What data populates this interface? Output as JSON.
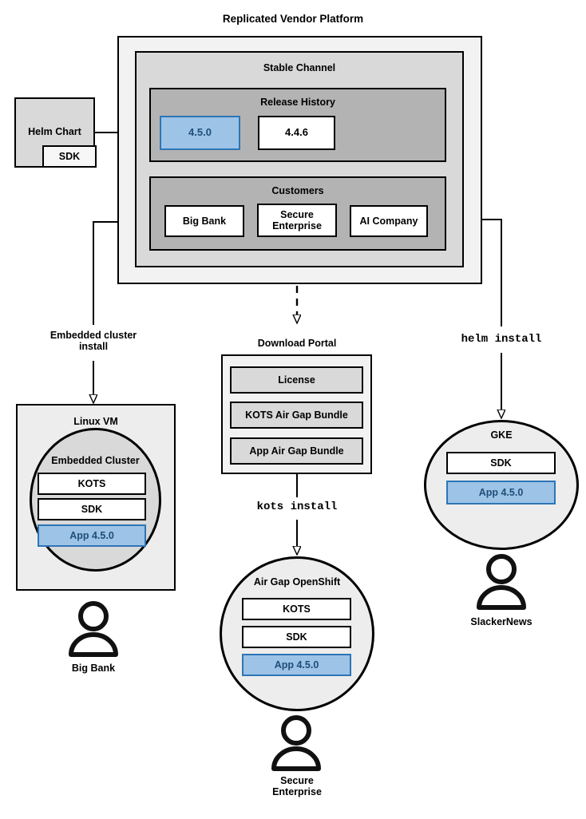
{
  "diagram": {
    "title": "Replicated Vendor Platform",
    "colors": {
      "accent_fill": "#9dc3e6",
      "accent_border": "#2e75b6",
      "accent_text": "#1f4e79",
      "platform_fill": "#f2f2f2",
      "channel_fill": "#d9d9d9",
      "section_fill": "#b3b3b3",
      "white": "#ffffff",
      "vm_fill": "#ededed",
      "cluster_fill": "#d9d9d9",
      "stroke": "#000000"
    }
  },
  "helm_chart": {
    "label": "Helm Chart",
    "sdk_label": "SDK"
  },
  "platform": {
    "label": "Replicated Vendor Platform",
    "channel": {
      "label": "Stable Channel",
      "release_history": {
        "label": "Release History",
        "releases": [
          {
            "version": "4.5.0",
            "highlighted": true
          },
          {
            "version": "4.4.6",
            "highlighted": false
          }
        ]
      },
      "customers": {
        "label": "Customers",
        "items": [
          {
            "name": "Big Bank"
          },
          {
            "name": "Secure\nEnterprise"
          },
          {
            "name": "AI Company"
          }
        ]
      }
    }
  },
  "edges": {
    "embedded_cluster_install": "Embedded cluster\ninstall",
    "kots_install": "kots install",
    "helm_install": "helm install"
  },
  "targets": {
    "linux_vm": {
      "label": "Linux VM",
      "cluster_label": "Embedded Cluster",
      "components": [
        {
          "label": "KOTS",
          "highlighted": false
        },
        {
          "label": "SDK",
          "highlighted": false
        },
        {
          "label": "App 4.5.0",
          "highlighted": true
        }
      ],
      "customer": "Big Bank"
    },
    "download_portal": {
      "label": "Download Portal",
      "artifacts": [
        {
          "label": "License"
        },
        {
          "label": "KOTS Air Gap Bundle"
        },
        {
          "label": "App Air Gap Bundle"
        }
      ]
    },
    "airgap_openshift": {
      "label": "Air Gap OpenShift",
      "components": [
        {
          "label": "KOTS",
          "highlighted": false
        },
        {
          "label": "SDK",
          "highlighted": false
        },
        {
          "label": "App 4.5.0",
          "highlighted": true
        }
      ],
      "customer": "Secure\nEnterprise"
    },
    "gke": {
      "label": "GKE",
      "components": [
        {
          "label": "SDK",
          "highlighted": false
        },
        {
          "label": "App 4.5.0",
          "highlighted": true
        }
      ],
      "customer": "SlackerNews"
    }
  }
}
